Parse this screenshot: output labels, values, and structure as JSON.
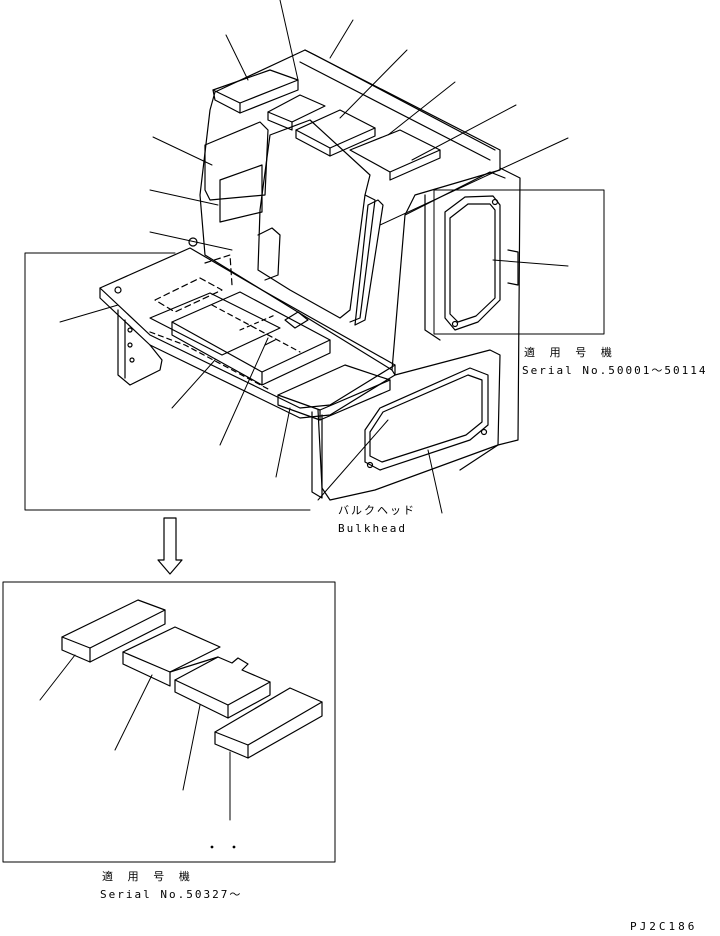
{
  "labels": {
    "upper_applicable": "適 用 号 機",
    "upper_serial": "Serial No.50001～50114",
    "bulkhead_jp": "バルクヘッド",
    "bulkhead_en": "Bulkhead",
    "lower_applicable": "適 用 号 機",
    "lower_serial": "Serial No.50327～",
    "drawing_code": "PJ2C186"
  },
  "icons": {
    "arrow": "down-arrow-icon"
  }
}
